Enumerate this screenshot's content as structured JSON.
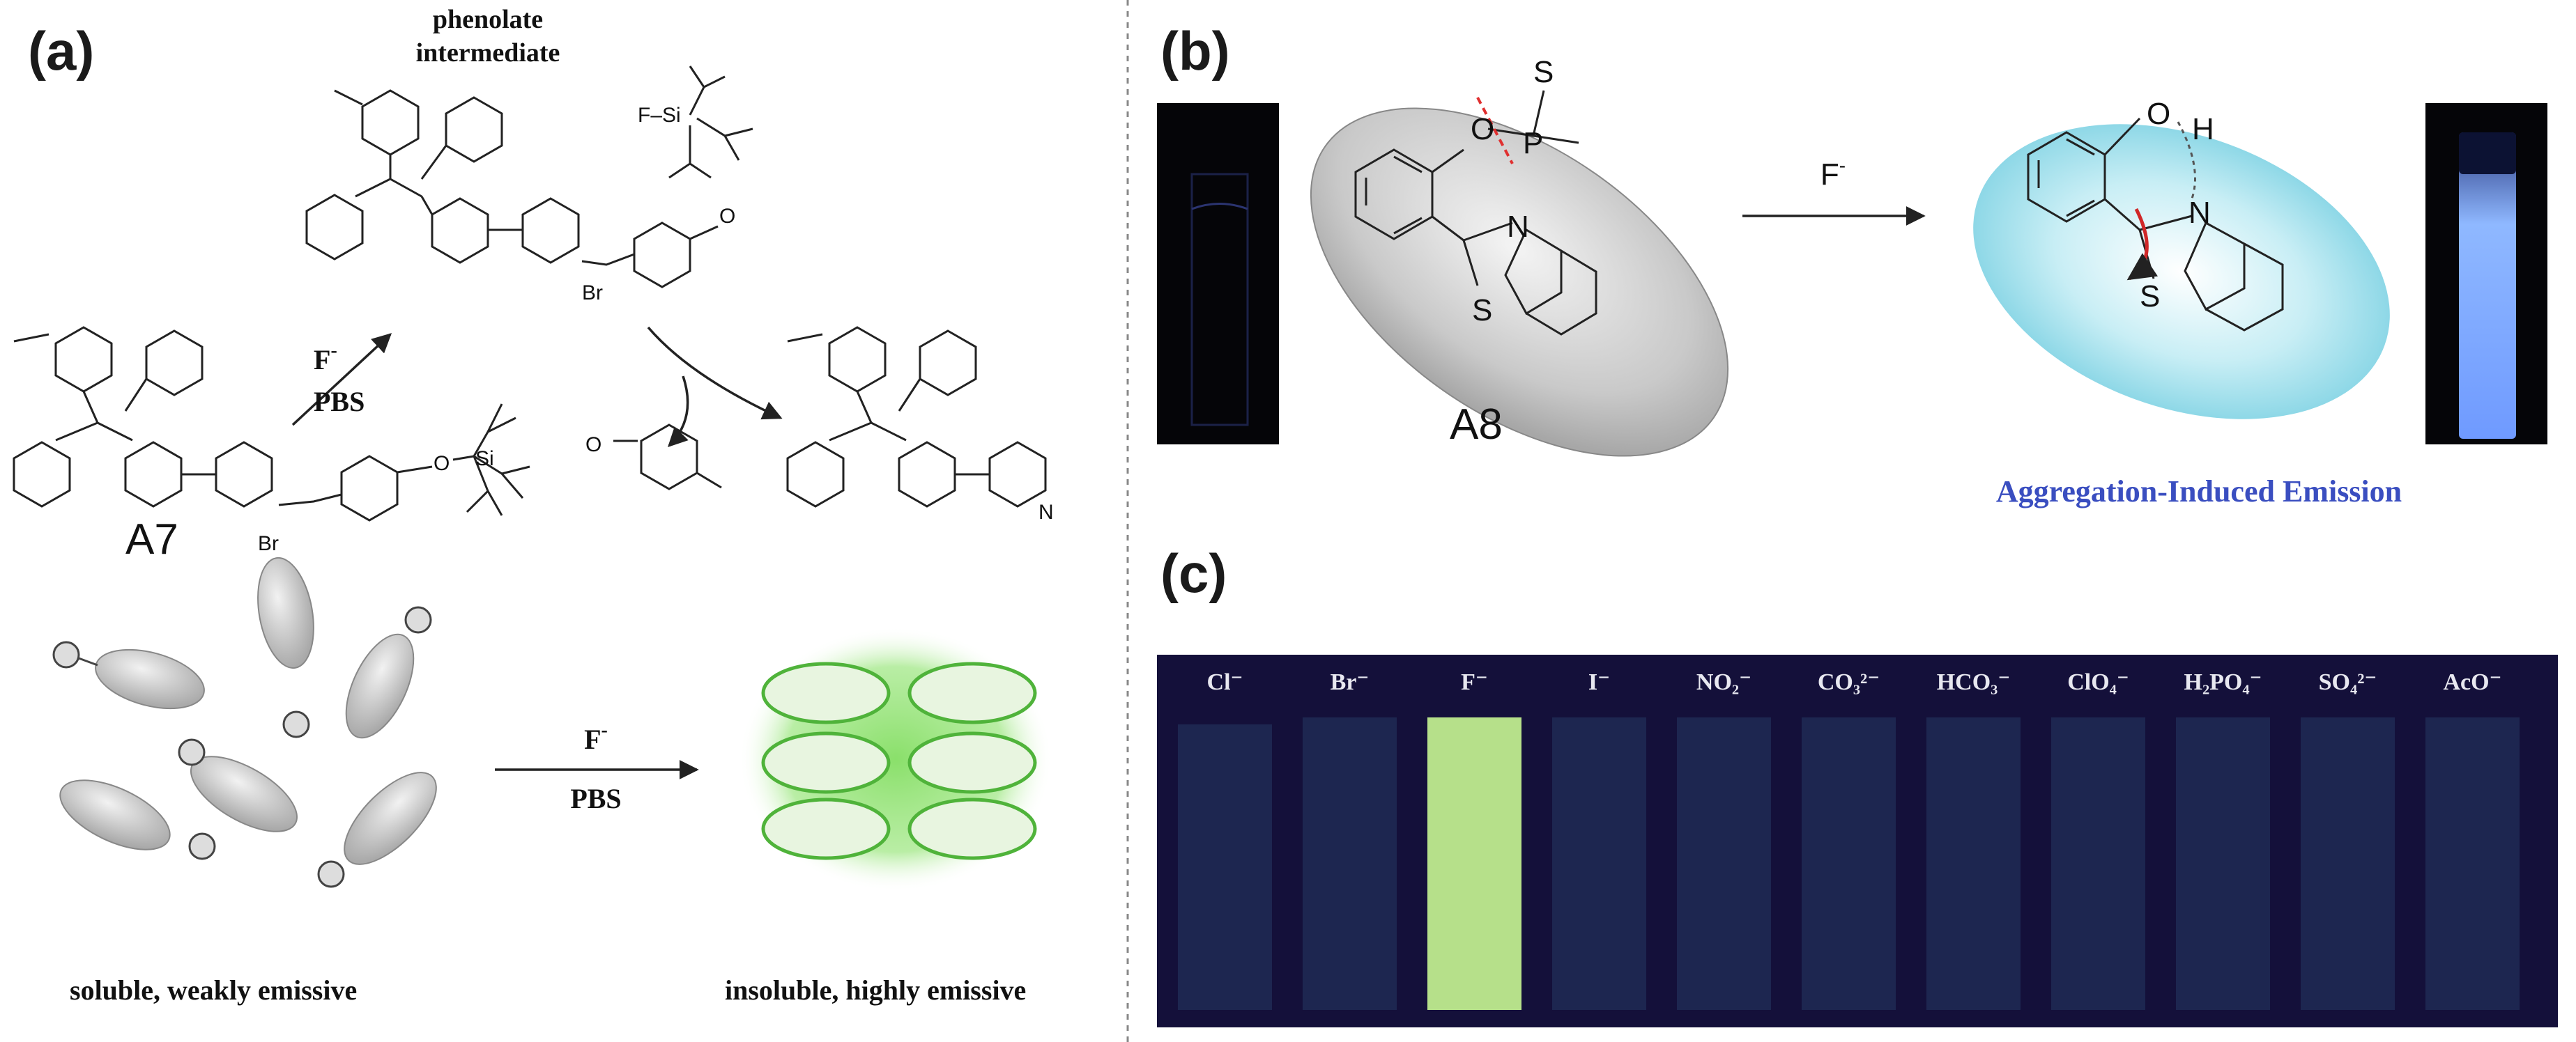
{
  "panels": {
    "a": {
      "letter": "(a)",
      "phenolate_label_1": "phenolate",
      "phenolate_label_2": "intermediate",
      "reagent_top": "F",
      "reagent_bottom": "PBS",
      "compound_label": "A7",
      "counter_ion": "Br",
      "silyl_fluoride": "F–Si",
      "lower_reagent_top": "F",
      "lower_reagent_bottom": "PBS",
      "left_caption": "soluble, weakly emissive",
      "right_caption": "insoluble, highly emissive"
    },
    "b": {
      "letter": "(b)",
      "compound_label": "A8",
      "reagent": "F",
      "caption": "Aggregation-Induced Emission",
      "atoms": {
        "O": "O",
        "P": "P",
        "S_top": "S",
        "N": "N",
        "S_ring": "S",
        "H": "H"
      }
    },
    "c": {
      "letter": "(c)",
      "anions": [
        "Cl⁻",
        "Br⁻",
        "F⁻",
        "I⁻",
        "NO₂⁻",
        "CO₃²⁻",
        "HCO₃⁻",
        "ClO₄⁻",
        "H₂PO₄⁻",
        "SO₄²⁻",
        "AcO⁻"
      ],
      "highlighted_index": 2
    }
  },
  "colors": {
    "divider": "#888888",
    "aie_text": "#3a4ec0",
    "strip_dark": "#1e2a55",
    "strip_bright": "#b6e08a",
    "panel_c_bg": "#14103a",
    "glow_green": "#7ddc5a",
    "ellipse_blue": "#7fd2e3"
  }
}
